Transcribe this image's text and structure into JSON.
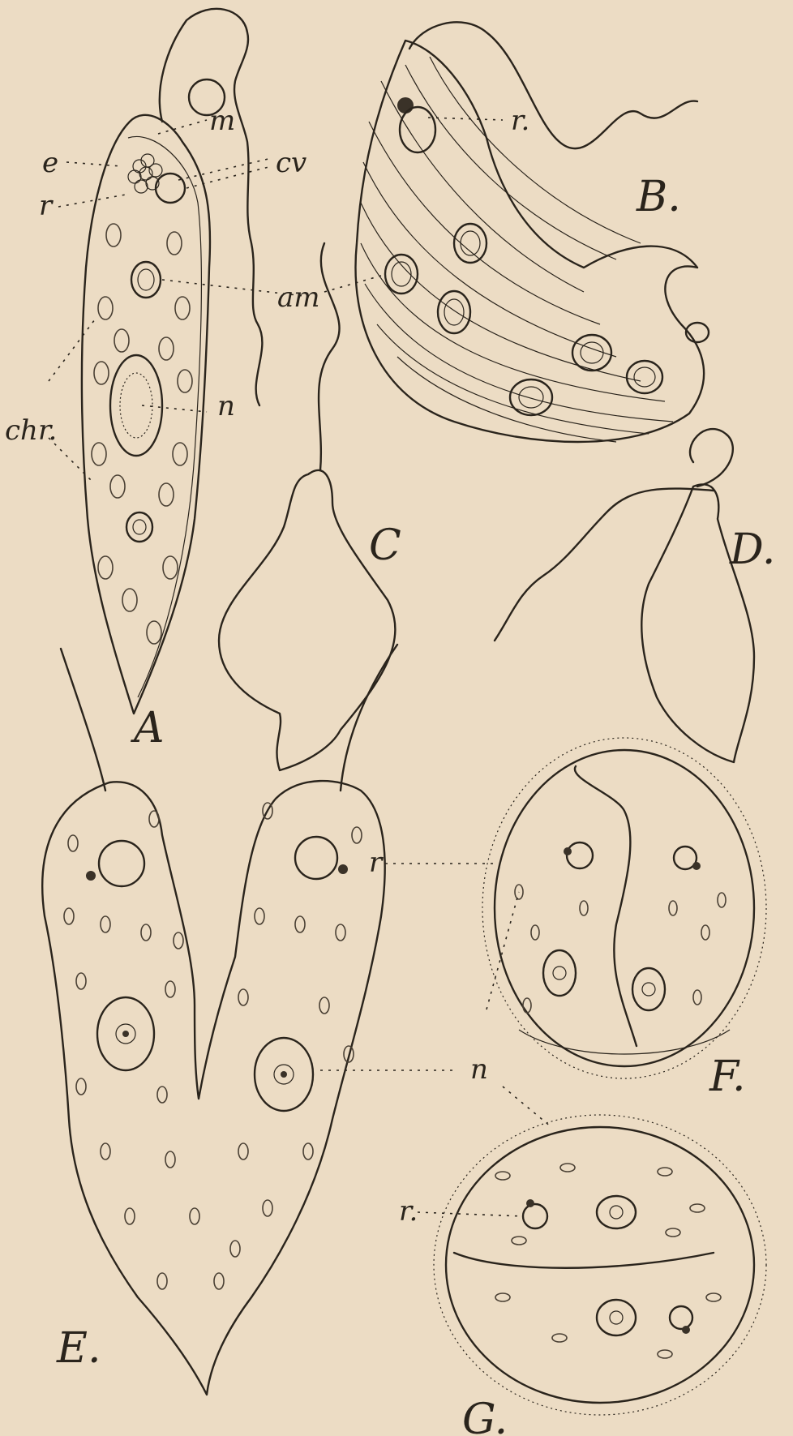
{
  "figures": {
    "A": "A",
    "B": "B.",
    "C": "C",
    "D": "D.",
    "E": "E.",
    "F": "F.",
    "G": "G."
  },
  "labels": {
    "m": "m",
    "e": "e",
    "cv": "cv",
    "r": "r",
    "am": "am",
    "n": "n",
    "chr": "chr.",
    "r_B": "r.",
    "r_E": "r",
    "r_G": "r.",
    "n_E": "n"
  }
}
